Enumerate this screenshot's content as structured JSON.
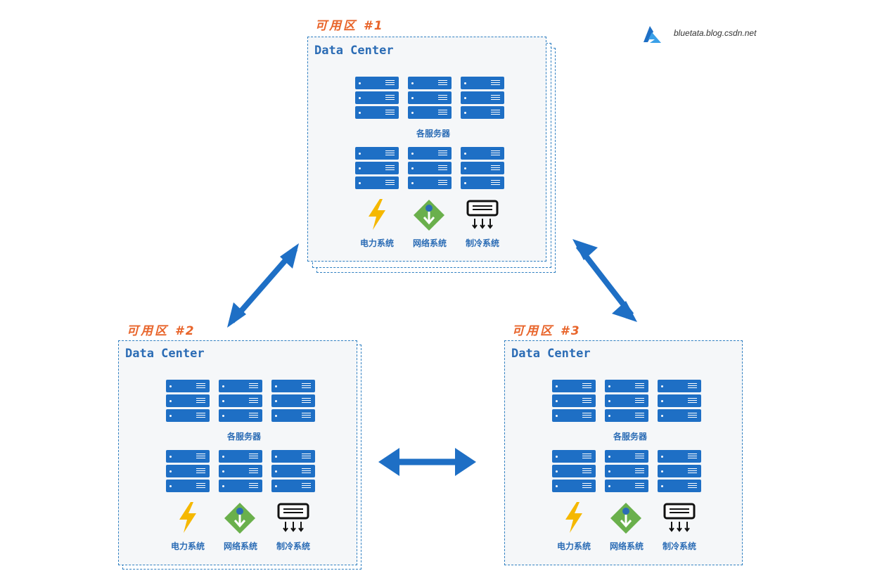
{
  "watermark": {
    "text": "bluetata.blog.csdn.net",
    "icon": "azure-logo-icon"
  },
  "zones": [
    {
      "label": "可用区 #1",
      "dc_title": "Data Center",
      "servers_label": "各服务器",
      "systems": [
        "电力系统",
        "网络系统",
        "制冷系统"
      ]
    },
    {
      "label": "可用区 #2",
      "dc_title": "Data Center",
      "servers_label": "各服务器",
      "systems": [
        "电力系统",
        "网络系统",
        "制冷系统"
      ]
    },
    {
      "label": "可用区 #3",
      "dc_title": "Data Center",
      "servers_label": "各服务器",
      "systems": [
        "电力系统",
        "网络系统",
        "制冷系统"
      ]
    }
  ],
  "icons": {
    "power": "lightning-bolt-icon",
    "network": "network-switch-icon",
    "cooling": "cooling-unit-icon"
  },
  "colors": {
    "accent": "#1e6fc5",
    "zone_label": "#e8642a",
    "dc_border": "#2f7fc1",
    "power": "#f5b800",
    "network": "#6ab04c"
  }
}
